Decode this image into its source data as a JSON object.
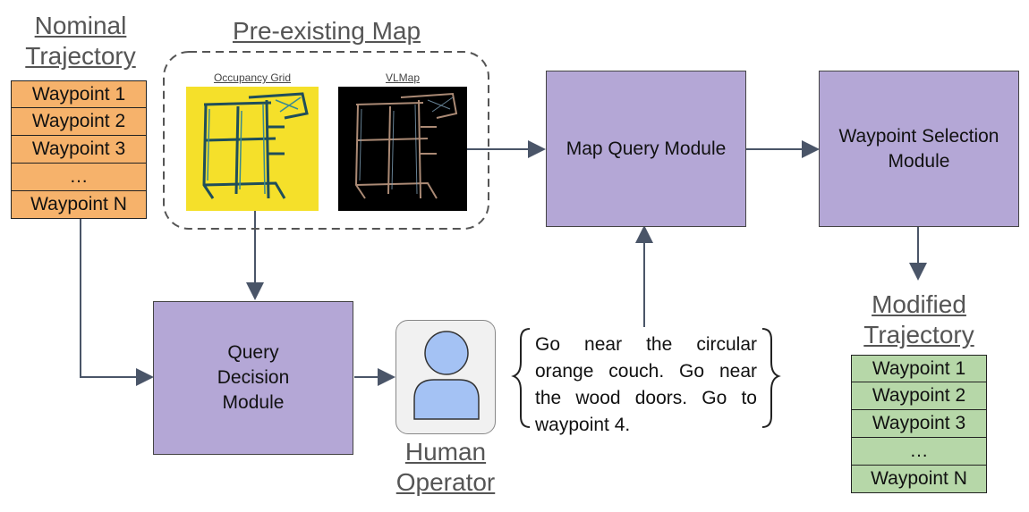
{
  "nominal": {
    "title_line1": "Nominal",
    "title_line2": "Trajectory",
    "items": [
      "Waypoint 1",
      "Waypoint 2",
      "Waypoint 3",
      "…",
      "Waypoint N"
    ]
  },
  "map": {
    "title": "Pre-existing Map",
    "occupancy_label": "Occupancy Grid",
    "vlmap_label": "VLMap"
  },
  "modules": {
    "map_query": "Map Query Module",
    "waypoint_selection": "Waypoint Selection Module",
    "query_decision": "Query Decision Module"
  },
  "operator": {
    "line1": "Human",
    "line2": "Operator"
  },
  "command": {
    "text": "Go near the circular orange couch. Go near the wood doors. Go to waypoint 4."
  },
  "modified": {
    "title_line1": "Modified",
    "title_line2": "Trajectory",
    "items": [
      "Waypoint 1",
      "Waypoint 2",
      "Waypoint 3",
      "…",
      "Waypoint N"
    ]
  },
  "colors": {
    "orange": "#f6b26b",
    "green": "#b6d7a8",
    "module": "#b4a7d6",
    "arrow": "#4a5568",
    "occupancy_bg": "#f5e02a",
    "vlmap_bg": "#000000"
  }
}
